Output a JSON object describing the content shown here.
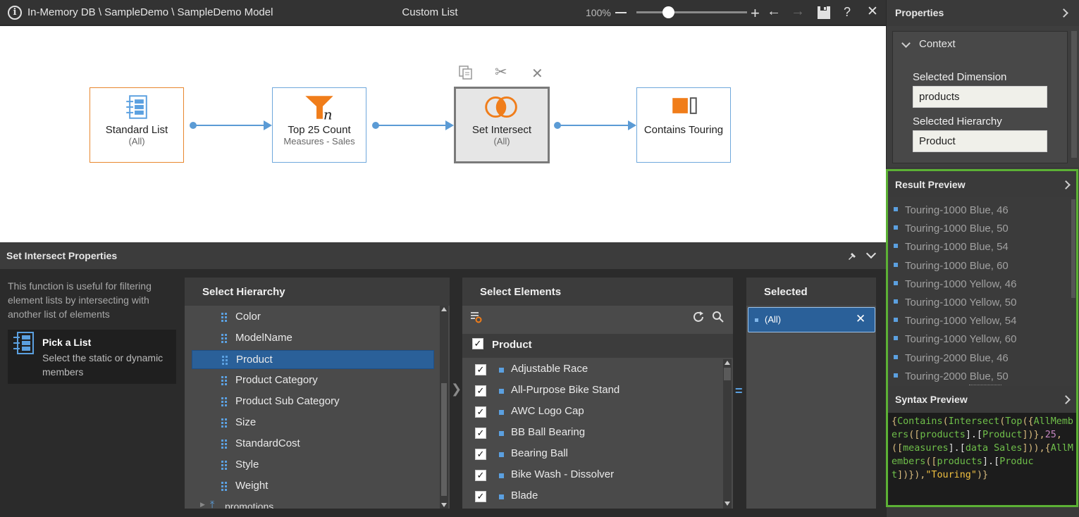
{
  "topbar": {
    "breadcrumb": "In-Memory DB \\ SampleDemo \\ SampleDemo Model",
    "title": "Custom List",
    "zoom": "100%",
    "zoom_level": 0.3,
    "info_glyph": "i",
    "plus_glyph": "+",
    "back_glyph": "←",
    "forward_glyph": "→",
    "help_glyph": "?",
    "close_glyph": "✕"
  },
  "flow": {
    "nodes": [
      {
        "title": "Standard List",
        "sub": "(All)",
        "icon": "list-icon"
      },
      {
        "title": "Top 25 Count",
        "sub": "Measures - Sales",
        "icon": "funnel-icon",
        "icon_letter": "n"
      },
      {
        "title": "Set Intersect",
        "sub": "(All)",
        "icon": "intersect-icon"
      },
      {
        "title": "Contains Touring",
        "sub": "",
        "icon": "contains-icon"
      }
    ],
    "toolbar": {
      "copy": "copy-icon",
      "cut": "✂",
      "delete": "✕"
    }
  },
  "bottom": {
    "title": "Set Intersect Properties",
    "description": "This function is useful for filtering element lists by intersecting with another list of elements",
    "pick": {
      "title": "Pick a List",
      "sub": "Select the static or dynamic members"
    },
    "hierarchy": {
      "header": "Select Hierarchy",
      "items": [
        "Color",
        "ModelName",
        "Product",
        "Product Category",
        "Product Sub Category",
        "Size",
        "StandardCost",
        "Style",
        "Weight"
      ],
      "selected_index": 2,
      "next_group": "promotions"
    },
    "elements": {
      "header": "Select Elements",
      "group_label": "Product",
      "items": [
        "Adjustable Race",
        "All-Purpose Bike Stand",
        "AWC Logo Cap",
        "BB Ball Bearing",
        "Bearing Ball",
        "Bike Wash - Dissolver",
        "Blade"
      ],
      "check_glyph": "✓"
    },
    "selected": {
      "header": "Selected",
      "items": [
        "(All)"
      ],
      "remove_glyph": "✕"
    },
    "splitter_glyph": "=",
    "expand_glyph": "❯"
  },
  "properties": {
    "title": "Properties",
    "context": {
      "title": "Context",
      "dimension_label": "Selected Dimension",
      "dimension_value": "products",
      "hierarchy_label": "Selected Hierarchy",
      "hierarchy_value": "Product"
    }
  },
  "result_preview": {
    "title": "Result Preview",
    "items": [
      "Touring-1000 Blue, 46",
      "Touring-1000 Blue, 50",
      "Touring-1000 Blue, 54",
      "Touring-1000 Blue, 60",
      "Touring-1000 Yellow, 46",
      "Touring-1000 Yellow, 50",
      "Touring-1000 Yellow, 54",
      "Touring-1000 Yellow, 60",
      "Touring-2000 Blue, 46",
      "Touring-2000 Blue, 50"
    ]
  },
  "syntax_preview": {
    "title": "Syntax Preview",
    "tokens": [
      {
        "t": "{",
        "c": "sx-br"
      },
      {
        "t": "Contains",
        "c": "sx-fn"
      },
      {
        "t": "(",
        "c": "sx-br"
      },
      {
        "t": "Intersect",
        "c": "sx-fn"
      },
      {
        "t": "(",
        "c": "sx-br"
      },
      {
        "t": "Top",
        "c": "sx-fn"
      },
      {
        "t": "({",
        "c": "sx-br"
      },
      {
        "t": "AllMembers",
        "c": "sx-fn"
      },
      {
        "t": "([",
        "c": "sx-br"
      },
      {
        "t": "products",
        "c": "sx-fn"
      },
      {
        "t": "].[",
        "c": ""
      },
      {
        "t": "Product",
        "c": "sx-fn"
      },
      {
        "t": "])},",
        "c": "sx-br"
      },
      {
        "t": "25",
        "c": "sx-num"
      },
      {
        "t": ",([",
        "c": "sx-br"
      },
      {
        "t": "measures",
        "c": "sx-fn"
      },
      {
        "t": "].[",
        "c": ""
      },
      {
        "t": "data Sales",
        "c": "sx-fn"
      },
      {
        "t": "])),{",
        "c": "sx-br"
      },
      {
        "t": "AllMembers",
        "c": "sx-fn"
      },
      {
        "t": "([",
        "c": "sx-br"
      },
      {
        "t": "products",
        "c": "sx-fn"
      },
      {
        "t": "].[",
        "c": ""
      },
      {
        "t": "Product",
        "c": "sx-fn"
      },
      {
        "t": "])}),",
        "c": "sx-br"
      },
      {
        "t": "\"Touring\"",
        "c": "sx-str"
      },
      {
        "t": ")}",
        "c": "sx-br"
      }
    ]
  },
  "colors": {
    "accent_blue": "#2a6099",
    "node_border_blue": "#6fa8dc",
    "node_border_orange": "#e8872e",
    "highlight_green": "#5cb135",
    "icon_orange": "#f07d1a"
  }
}
